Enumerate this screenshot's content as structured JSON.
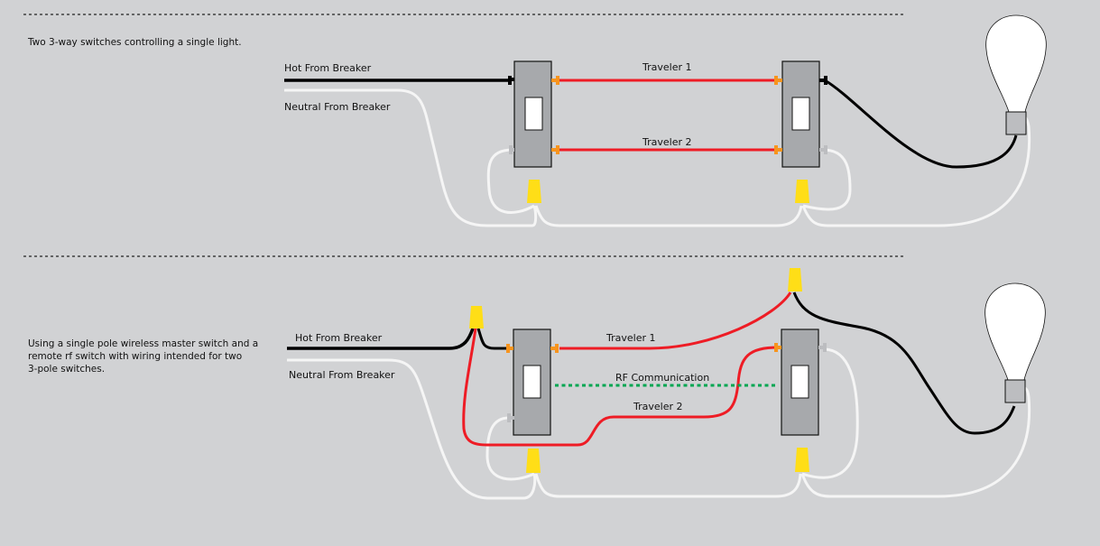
{
  "colors": {
    "background": "#d1d2d4",
    "hot": "#000000",
    "neutral": "#f5f5f5",
    "traveler": "#ee1c25",
    "rf": "#00a651",
    "terminal_brass": "#f7941d",
    "terminal_black": "#000000",
    "terminal_silver": "#bcbdc0",
    "wire_nut": "#ffde17",
    "switch_body": "#a7a9ac",
    "bulb": "#ffffff",
    "bulb_base": "#bcbdc0"
  },
  "section1": {
    "caption": "Two 3-way switches controlling a single light.",
    "hot_label": "Hot From Breaker",
    "neutral_label": "Neutral From Breaker",
    "traveler1_label": "Traveler 1",
    "traveler2_label": "Traveler 2"
  },
  "section2": {
    "caption_lines": [
      "Using a single pole wireless master switch and a",
      "remote rf switch with wiring intended for two",
      "3-pole switches."
    ],
    "hot_label": "Hot From Breaker",
    "neutral_label": "Neutral From Breaker",
    "traveler1_label": "Traveler 1",
    "traveler2_label": "Traveler 2",
    "rf_label": "RF Communication"
  }
}
